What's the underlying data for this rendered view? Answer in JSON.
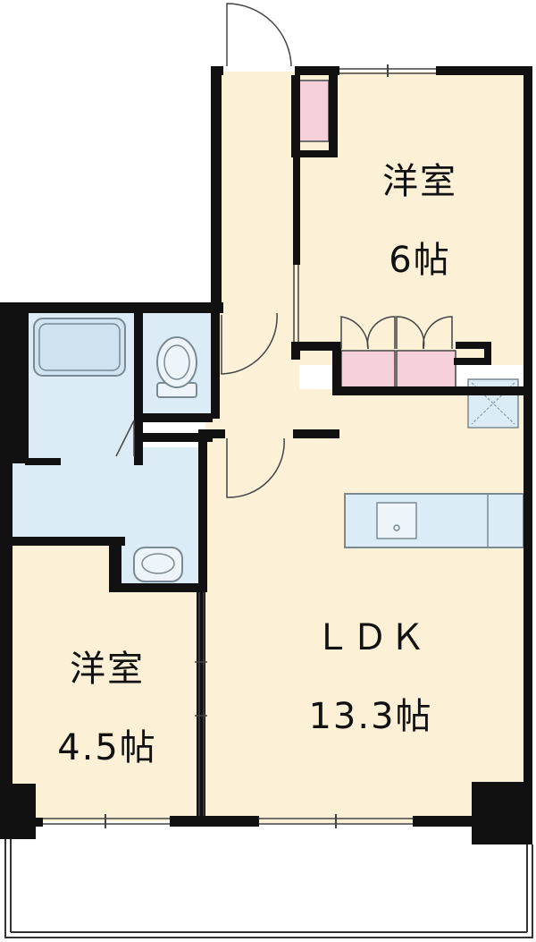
{
  "rooms": {
    "western_6": {
      "name": "洋室",
      "size": "6帖"
    },
    "western_4_5": {
      "name": "洋室",
      "size": "4.5帖"
    },
    "ldk": {
      "name": "ＬＤＫ",
      "size": "13.3帖"
    }
  },
  "colors": {
    "room_floor": "#fcf0d6",
    "wet_area": "#dcecf6",
    "storage": "#f5d0da",
    "wall": "#111111",
    "balcony_line": "#333333",
    "fixture_stroke": "#7a8a94"
  }
}
